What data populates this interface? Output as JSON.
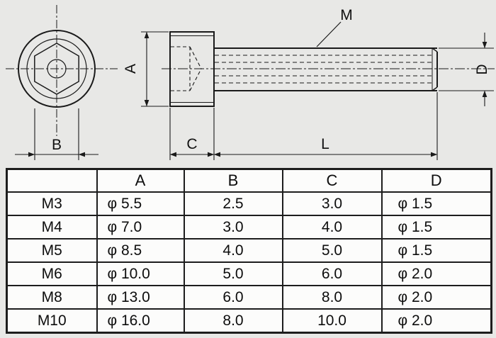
{
  "page": {
    "colors": {
      "background": "#e8e8e6",
      "line": "#1a1a1a",
      "table_background": "#fcfcfb"
    }
  },
  "drawing": {
    "labels": {
      "A": "A",
      "B": "B",
      "C": "C",
      "D": "D",
      "L": "L",
      "M": "M"
    }
  },
  "table": {
    "headers": [
      "",
      "A",
      "B",
      "C",
      "D"
    ],
    "rows": [
      [
        "M3",
        "φ 5.5",
        "2.5",
        "3.0",
        "φ 1.5"
      ],
      [
        "M4",
        "φ 7.0",
        "3.0",
        "4.0",
        "φ 1.5"
      ],
      [
        "M5",
        "φ 8.5",
        "4.0",
        "5.0",
        "φ 1.5"
      ],
      [
        "M6",
        "φ 10.0",
        "5.0",
        "6.0",
        "φ 2.0"
      ],
      [
        "M8",
        "φ 13.0",
        "6.0",
        "8.0",
        "φ 2.0"
      ],
      [
        "M10",
        "φ 16.0",
        "8.0",
        "10.0",
        "φ 2.0"
      ]
    ]
  }
}
